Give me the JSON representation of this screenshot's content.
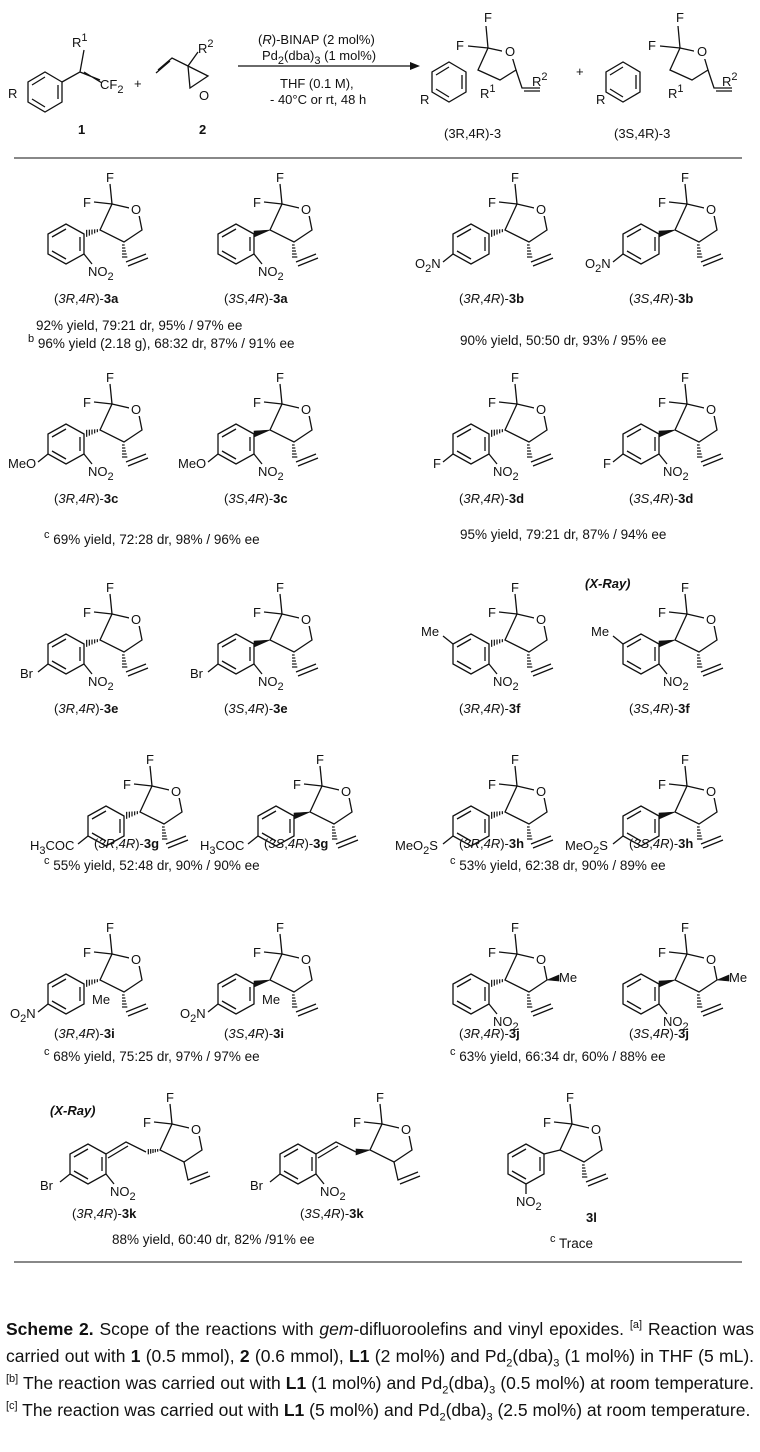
{
  "reaction": {
    "reagent_1_label": "1",
    "reagent_2_label": "2",
    "r1": "R",
    "r1_sup": "1",
    "r2": "R",
    "r2_sup": "2",
    "r_sub": "R",
    "cf2": "CF",
    "cf2_sub": "2",
    "plus": "+",
    "conditions": {
      "line1_pre": "(",
      "line1_R": "R",
      "line1_post": ")-BINAP (2 mol%)",
      "line2": "Pd",
      "line2_sub1": "2",
      "line2_mid": "(dba)",
      "line2_sub2": "3",
      "line2_post": " (1 mol%)",
      "line3": "THF (0.1 M),",
      "line4": "- 40°C or rt, 48 h"
    },
    "product_a_label": "(3R,4R)-3",
    "product_b_label": "(3S,4R)-3"
  },
  "entries": [
    {
      "id": "3a",
      "label_a": "(3R,4R)-3a",
      "label_b": "(3S,4R)-3a",
      "subst": "NO2 (ortho)",
      "result": "92% yield, 79:21 dr, 95% / 97% ee",
      "result2_sup": "b",
      "result2": "96% yield (2.18 g), 68:32 dr, 87% / 91% ee"
    },
    {
      "id": "3b",
      "label_a": "(3R,4R)-3b",
      "label_b": "(3S,4R)-3b",
      "subst": "O2N (para)",
      "result": "90% yield, 50:50 dr, 93% / 95% ee"
    },
    {
      "id": "3c",
      "label_a": "(3R,4R)-3c",
      "label_b": "(3S,4R)-3c",
      "subst": "MeO / NO2",
      "result_sup": "c",
      "result": "69% yield, 72:28 dr, 98% / 96% ee"
    },
    {
      "id": "3d",
      "label_a": "(3R,4R)-3d",
      "label_b": "(3S,4R)-3d",
      "subst": "F / NO2",
      "result": "95% yield, 79:21 dr, 87% / 94% ee"
    },
    {
      "id": "3e",
      "label_a": "(3R,4R)-3e",
      "label_b": "(3S,4R)-3e",
      "subst": "Br / NO2"
    },
    {
      "id": "3f",
      "label_a": "(3R,4R)-3f",
      "label_b": "(3S,4R)-3f",
      "subst": "Me / NO2",
      "xray": "(X-Ray)"
    },
    {
      "id": "3g",
      "label_a": "(3R,4R)-3g",
      "label_b": "(3S,4R)-3g",
      "subst": "H3COC",
      "result_sup": "c",
      "result": "55% yield, 52:48 dr, 90% / 90% ee"
    },
    {
      "id": "3h",
      "label_a": "(3R,4R)-3h",
      "label_b": "(3S,4R)-3h",
      "subst": "MeO2S",
      "result_sup": "c",
      "result": "53% yield, 62:38 dr, 90% / 89% ee"
    },
    {
      "id": "3i",
      "label_a": "(3R,4R)-3i",
      "label_b": "(3S,4R)-3i",
      "subst": "O2N / Me",
      "result_sup": "c",
      "result": "68% yield, 75:25 dr, 97% / 97% ee"
    },
    {
      "id": "3j",
      "label_a": "(3R,4R)-3j",
      "label_b": "(3S,4R)-3j",
      "subst": "NO2 / Me",
      "result_sup": "c",
      "result": "63% yield, 66:34 dr, 60% / 88% ee"
    },
    {
      "id": "3k",
      "label_a": "(3R,4R)-3k",
      "label_b": "(3S,4R)-3k",
      "subst": "Br / NO2 styryl",
      "xray": "(X-Ray)",
      "result": "88% yield, 60:40 dr, 82% /91% ee"
    },
    {
      "id": "3l",
      "label": "3l",
      "subst": "NO2 (meta)",
      "result_sup": "c",
      "result": "Trace"
    }
  ],
  "atoms": {
    "F": "F",
    "O": "O",
    "NO2": "NO",
    "sub2": "2",
    "O2N": "O",
    "N": "N",
    "MeO": "MeO",
    "Br": "Br",
    "Me": "Me",
    "H3COC_a": "H",
    "H3COC_b": "3",
    "H3COC_c": "COC",
    "MeO2S_a": "MeO",
    "MeO2S_b": "2",
    "MeO2S_c": "S"
  },
  "caption": {
    "title": "Scheme 2.",
    "title_rest_1": " Scope of the reactions with ",
    "title_italic": "gem",
    "title_rest_2": "-difluoroolefins and vinyl epoxides.",
    "note_a_mark": "[a]",
    "note_a_1": " Reaction was carried out with ",
    "note_a_b1": "1",
    "note_a_2": " (0.5 mmol), ",
    "note_a_b2": "2",
    "note_a_3": " (0.6 mmol), ",
    "note_a_b3": "L1",
    "note_a_4": " (2 mol%) and Pd",
    "note_a_s1": "2",
    "note_a_5": "(dba)",
    "note_a_s2": "3",
    "note_a_6": " (1 mol%) in THF (5 mL). ",
    "note_b_mark": "[b]",
    "note_b_1": " The reaction was carried out with ",
    "note_b_b1": "L1",
    "note_b_2": " (1 mol%) and Pd",
    "note_b_s1": "2",
    "note_b_3": "(dba)",
    "note_b_s2": "3",
    "note_b_4": " (0.5 mol%) at room temperature. ",
    "note_c_mark": "[c]",
    "note_c_1": " The reaction was carried out with ",
    "note_c_b1": "L1",
    "note_c_2": " (5 mol%) and Pd",
    "note_c_s1": "2",
    "note_c_3": "(dba)",
    "note_c_s2": "3",
    "note_c_4": " (2.5 mol%) at room temperature."
  }
}
